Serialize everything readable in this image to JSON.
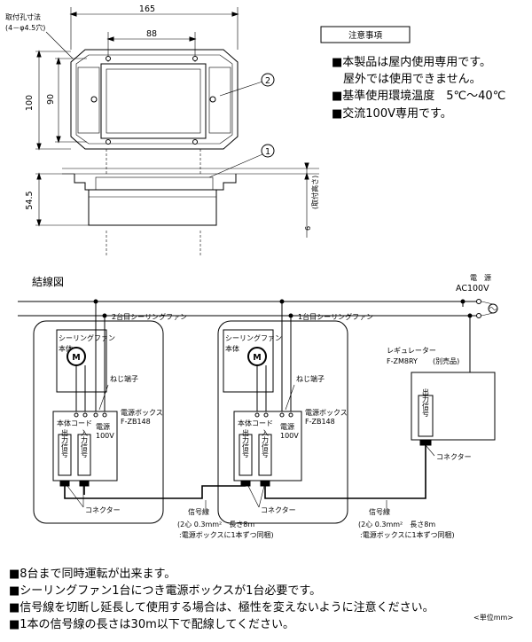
{
  "dimensions": {
    "mount_hole_label": "取付孔寸法",
    "mount_hole_spec": "(4－φ4.5穴)",
    "width_outer": "165",
    "width_holes": "88",
    "height_outer": "100",
    "height_holes": "90",
    "depth": "54.5",
    "ceiling_gap": "6",
    "ceiling_gap_note": "(取付高さ)"
  },
  "callouts": {
    "part1": "1",
    "part2": "2"
  },
  "caution": {
    "title": "注意事項",
    "lines": [
      "■本製品は屋内使用専用です。",
      "屋外では使用できません。",
      "■基準使用環境温度　5℃〜40℃",
      "■交流100V専用です。"
    ]
  },
  "wiring": {
    "title": "結線図",
    "power_label_1": "電　源",
    "power_label_2": "AC100V",
    "fan2_label": "2台目シーリングファン",
    "fan1_label": "1台目シーリングファン",
    "fan_body": "シーリングファン",
    "fan_body_2": "本体",
    "motor": "M",
    "screw_terminal": "ねじ端子",
    "body_cord": "本体コード",
    "power_box": "電源ボックス",
    "power_box_model": "F-ZB148",
    "power_100v_1": "電源",
    "power_100v_2": "100V",
    "output_signal": "出力信号",
    "input_signal": "入力信号",
    "connector": "コネクター",
    "regulator": "レギュレーター",
    "regulator_model": "F-ZM8RY",
    "regulator_note": "(別売品)",
    "signal_line": "信号線",
    "signal_spec": "(2心 0.3mm²　長さ8m",
    "signal_note": ":電源ボックスに1本ずつ同梱)"
  },
  "footer": {
    "notes": [
      "■8台まで同時運転が出来ます。",
      "■シーリングファン1台につき電源ボックスが1台必要です。",
      "■信号線を切断し延長して使用する場合は、極性を変えないように注意ください。",
      "■1本の信号線の長さは30m以下で配線してください。"
    ],
    "unit": "<単位mm>"
  }
}
